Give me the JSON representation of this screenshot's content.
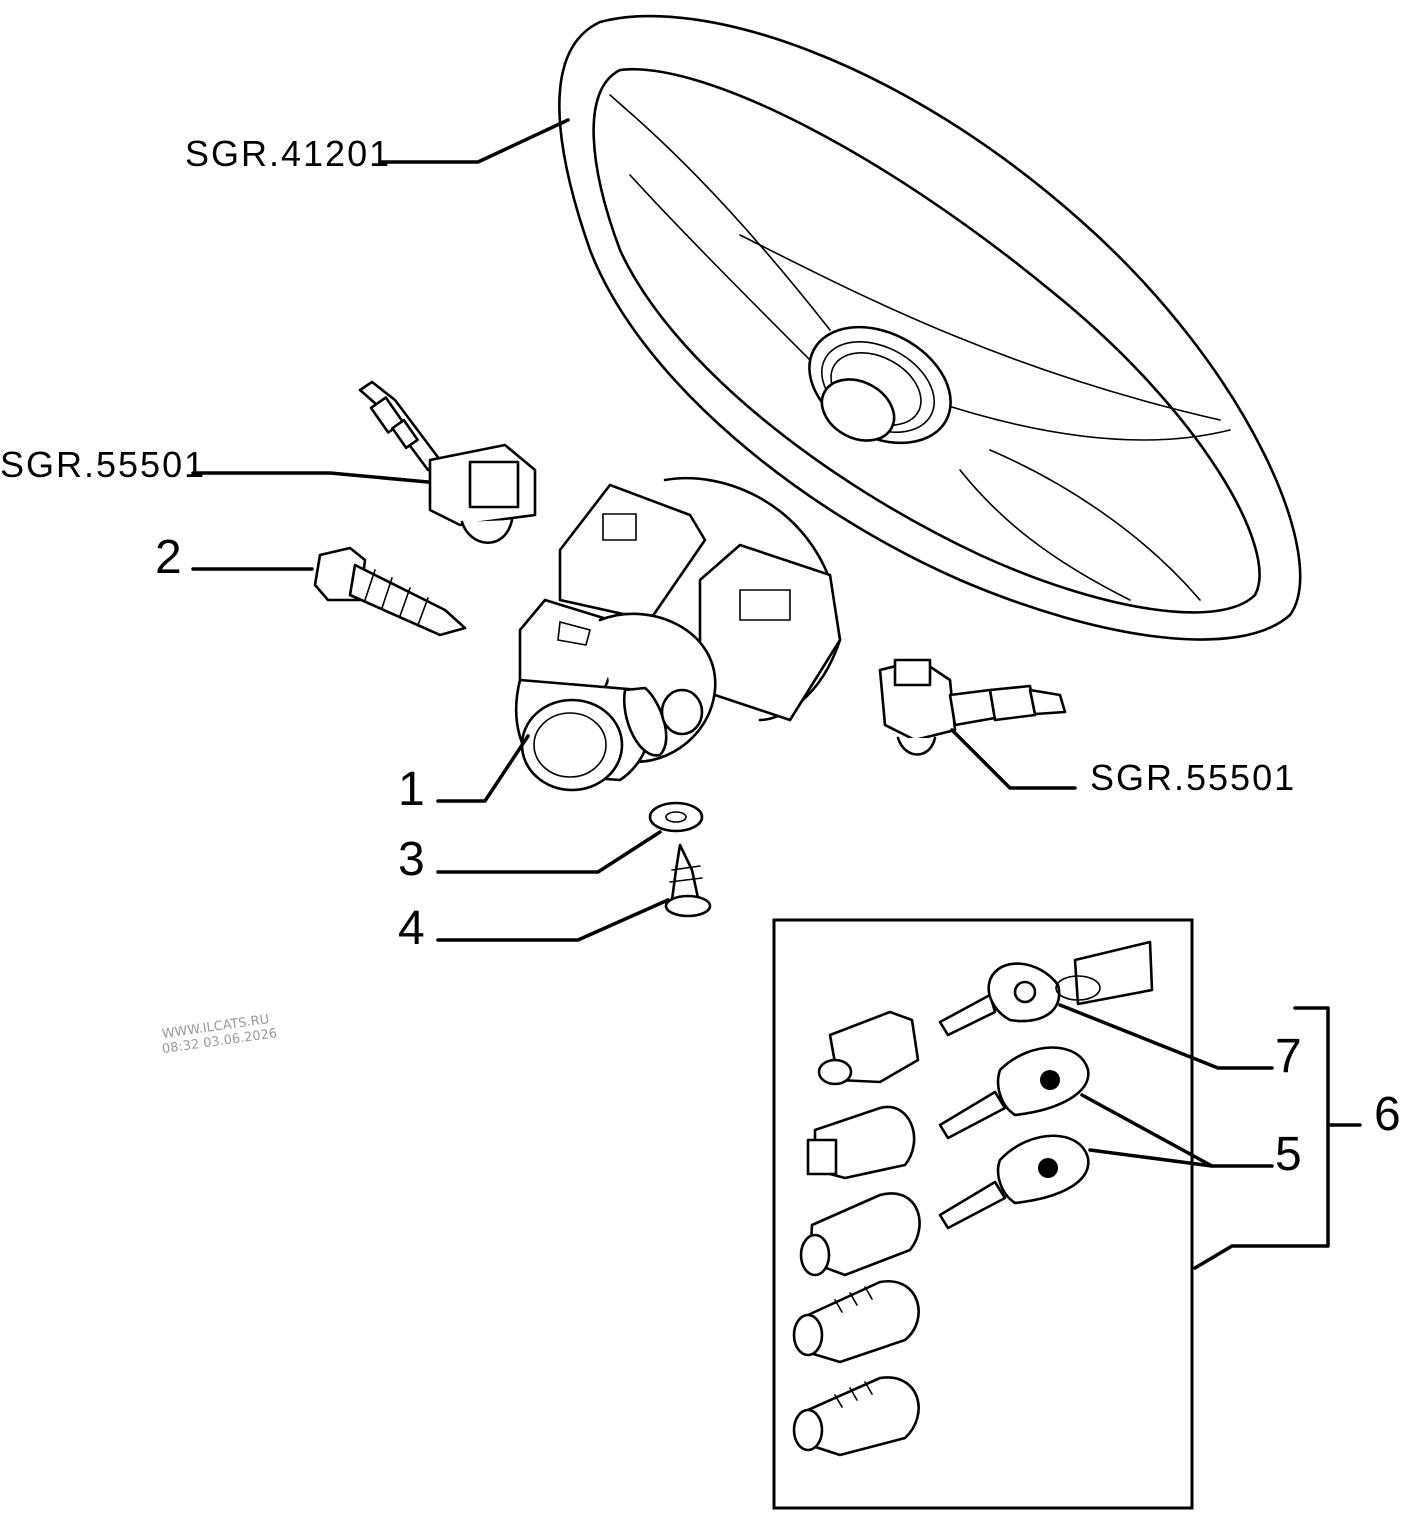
{
  "callouts": {
    "steering_wheel_ref": "SGR.41201",
    "switch_left_ref": "SGR.55501",
    "switch_right_ref": "SGR.55501",
    "item_1": "1",
    "item_2": "2",
    "item_3": "3",
    "item_4": "4",
    "item_5": "5",
    "item_6": "6",
    "item_7": "7"
  },
  "watermark": {
    "site": "WWW.ILCATS.RU",
    "timestamp": "08:32 03.06.2026"
  }
}
